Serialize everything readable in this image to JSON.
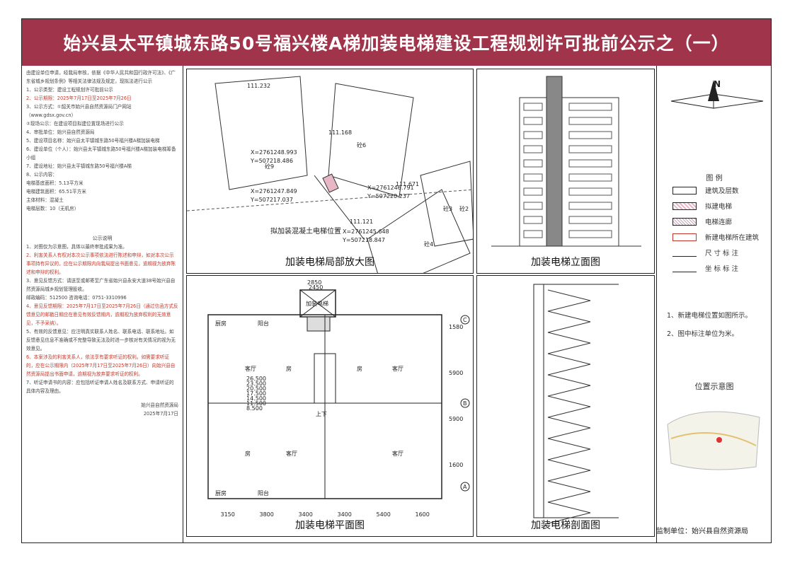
{
  "title": "始兴县太平镇城东路50号福兴楼A梯加装电梯建设工程规划许可批前公示之（一）",
  "left": {
    "intro": [
      "由建设单位申请，经我局审核，依据《中华人民共和国行政许可法》、《广东省城乡规划条例》等相关法律法规及规定，现拟法进行公示",
      "1、公示类型：建设工程规划许可批前公示",
      "2、公示期限：2025年7月17日至2025年7月26日",
      "3、公示方式：①韶关市始兴县自然资源局门户网站",
      "（www.gdsx.gov.cn）",
      "②现场公示：在建设项目拟建位置现场进行公示",
      "4、审批单位：始兴县自然资源局",
      "5、建设项目名称：始兴县太平镇城东路50号福兴楼A梯加装电梯",
      "6、建设单位（个人）：始兴县太平镇城东路50号福兴楼A梯加装电梯筹备小组",
      "7、建设地址：始兴县太平镇城东路50号福兴楼A梯",
      "8、公示内容：",
      "电梯基底面积：5.13平方米",
      "电梯建筑面积：65.51平方米",
      "主体材料：混凝土",
      "电梯层数：10（无机房）"
    ],
    "note_title": "公示说明",
    "notes": [
      "1、对图仅为示意图，具体以最终审批成果为准。",
      "2、利害关系人有权对本次公示事项依法进行陈述和申辩，如对本次公示事项持有异议的，应在公示期限内向我局提出书面意见，逾期视为放弃陈述和申辩的权利。",
      "3、意见反馈方式：请送至或邮寄至广东省始兴县永安大道38号始兴县自然资源局城乡规划管理股收。",
      "邮政编码：512500  咨询电话：0751-3310996",
      "4、意见反馈期限：2025年7月17日至2025年7月26日（通过信函方式反馈意见的邮戳日期应在意见有效反馈期内，逾期视为放弃权利的无效意见，不予采纳）。",
      "5、有效的反馈意见：应注明真实联系人姓名、联系电话、联系地址。如反馈意见信息不准确或不完整导致无法及时进一步核对有关情况的视为无效意见。",
      "6、本案涉及的利害关系人，依法享有要求听证的权利。如需要求听证的，应在公示期限内（2025年7月17日至2025年7月26日）向始兴县自然资源局提出书面申请，逾期视为放弃要求听证的权利。",
      "7、听证申请书的内容：应包括听证申请人姓名及联系方式、申请听证的具体内容及理由。"
    ],
    "signer": "始兴县自然资源局",
    "date": "2025年7月17日"
  },
  "panels": {
    "site_caption": "加装电梯局部放大图",
    "elev_caption": "加装电梯立面图",
    "plan_caption": "加装电梯平面图",
    "section_caption": "加装电梯剖面图",
    "site_labels": {
      "c1": "X=2761248.993",
      "c1y": "Y=507218.486",
      "c2": "X=2761247.849",
      "c2y": "Y=507217.037",
      "c3": "X=2761246.791",
      "c3y": "Y=507220.237",
      "c4": "X=2761245.648",
      "c4y": "Y=507218.847",
      "site_note": "拟加装混凝土电梯位置",
      "b1": "砼6",
      "b2": "砼9",
      "b3": "砼4",
      "b4": "砼2",
      "b5": "砼3",
      "p1": "111.232",
      "p2": "111.168",
      "p3": "111.671",
      "p4": "111.121"
    },
    "plan_labels": {
      "dim_top1": "2850",
      "dim_top2": "2450",
      "room_kitchen": "厨房",
      "room_balcony": "阳台",
      "room_living": "客厅",
      "room_bed": "房",
      "stair": "上下",
      "elev": "加装电梯",
      "dims_bottom": [
        "3150",
        "3800",
        "3400",
        "3400",
        "5400",
        "1600"
      ],
      "dims_side": [
        "1580",
        "5900",
        "5900",
        "1600"
      ],
      "levels": [
        "26.500",
        "23.500",
        "20.500",
        "17.500",
        "14.500",
        "11.500",
        "8.500"
      ],
      "axes": [
        "C",
        "B",
        "A"
      ]
    }
  },
  "right": {
    "legend_title": "图  例",
    "legend": [
      {
        "label": "建筑及层数",
        "kind": "box"
      },
      {
        "label": "拟建电梯",
        "kind": "pink-x"
      },
      {
        "label": "电梯连廊",
        "kind": "hatch"
      },
      {
        "label": "新建电梯所在建筑",
        "kind": "red-box"
      },
      {
        "label": "尺  寸  标  注",
        "kind": "dim"
      },
      {
        "label": "坐  标  标  注",
        "kind": "coord"
      }
    ],
    "notes": [
      "1、新建电梯位置如图所示。",
      "2、图中标注单位为米。"
    ],
    "loc_title": "位置示意图",
    "north": "N"
  },
  "footer": "监制单位：始兴县自然资源局",
  "colors": {
    "banner": "#a0344b",
    "accent_red": "#c0392b"
  }
}
